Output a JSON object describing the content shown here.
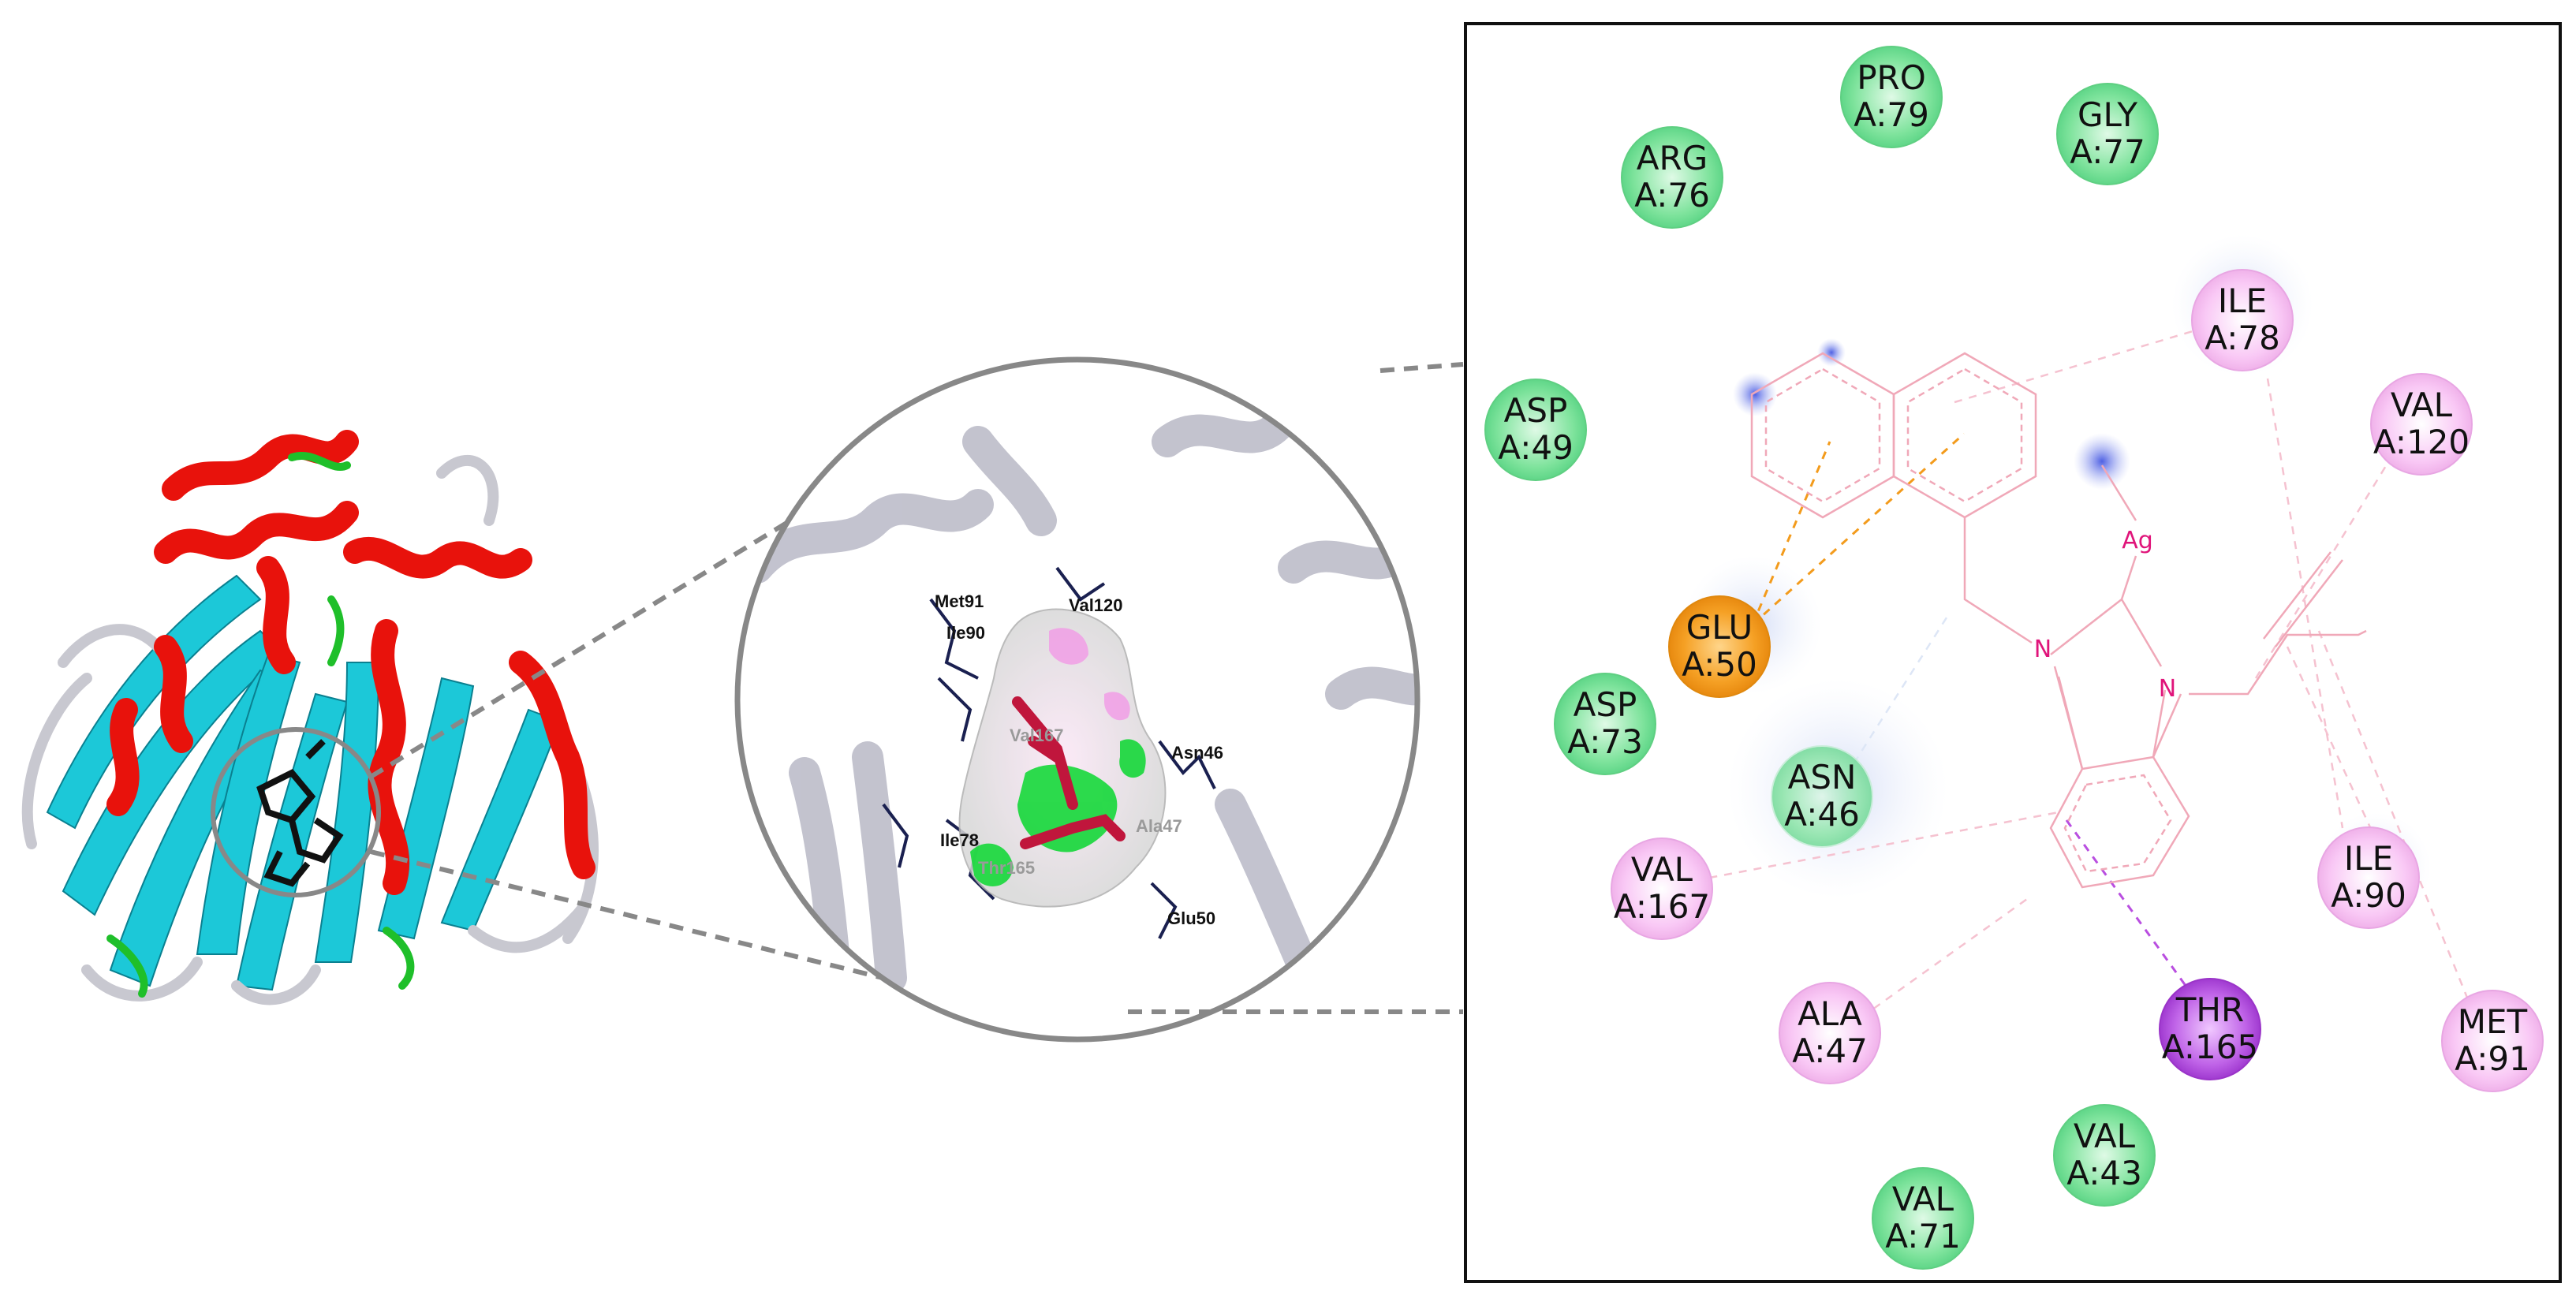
{
  "colors": {
    "hydrophobic_pink": "#f9c8f5",
    "hydrophobic_stroke": "#e8a6e3",
    "vdw_green": "#7ee39c",
    "vdw_stroke": "#5fcf82",
    "pi_sigma_purple": "#b94ee0",
    "pi_anion_orange": "#f39b1c",
    "ligand_pink": "#f0a8b8",
    "helix_red": "#e8120c",
    "sheet_cyan": "#1cc8d8",
    "turn_green": "#1fbf2a",
    "coil_gray": "#d0d0d8"
  },
  "pocket_labels": [
    {
      "text": "Met91",
      "faded": false
    },
    {
      "text": "Ile90",
      "faded": false
    },
    {
      "text": "Val120",
      "faded": false
    },
    {
      "text": "Val167",
      "faded": true
    },
    {
      "text": "Asn46",
      "faded": false
    },
    {
      "text": "Ile78",
      "faded": false
    },
    {
      "text": "Thr165",
      "faded": true
    },
    {
      "text": "Ala47",
      "faded": true
    },
    {
      "text": "Glu50",
      "faded": false
    }
  ],
  "ligand_atoms": {
    "silver": "Ag",
    "n1": "N",
    "n2": "N"
  },
  "residues": [
    {
      "key": "pro79",
      "name": "PRO",
      "num": "A:79",
      "type": "vdw"
    },
    {
      "key": "gly77",
      "name": "GLY",
      "num": "A:77",
      "type": "vdw"
    },
    {
      "key": "arg76",
      "name": "ARG",
      "num": "A:76",
      "type": "vdw"
    },
    {
      "key": "ile78",
      "name": "ILE",
      "num": "A:78",
      "type": "hydrophobic"
    },
    {
      "key": "asp49",
      "name": "ASP",
      "num": "A:49",
      "type": "vdw"
    },
    {
      "key": "val120",
      "name": "VAL",
      "num": "A:120",
      "type": "hydrophobic"
    },
    {
      "key": "glu50",
      "name": "GLU",
      "num": "A:50",
      "type": "pi-anion"
    },
    {
      "key": "asp73",
      "name": "ASP",
      "num": "A:73",
      "type": "vdw"
    },
    {
      "key": "asn46",
      "name": "ASN",
      "num": "A:46",
      "type": "vdw"
    },
    {
      "key": "val167",
      "name": "VAL",
      "num": "A:167",
      "type": "hydrophobic"
    },
    {
      "key": "ile90",
      "name": "ILE",
      "num": "A:90",
      "type": "hydrophobic"
    },
    {
      "key": "ala47",
      "name": "ALA",
      "num": "A:47",
      "type": "hydrophobic"
    },
    {
      "key": "thr165",
      "name": "THR",
      "num": "A:165",
      "type": "pi-sigma"
    },
    {
      "key": "met91",
      "name": "MET",
      "num": "A:91",
      "type": "hydrophobic"
    },
    {
      "key": "val43",
      "name": "VAL",
      "num": "A:43",
      "type": "vdw"
    },
    {
      "key": "val71",
      "name": "VAL",
      "num": "A:71",
      "type": "vdw"
    }
  ]
}
